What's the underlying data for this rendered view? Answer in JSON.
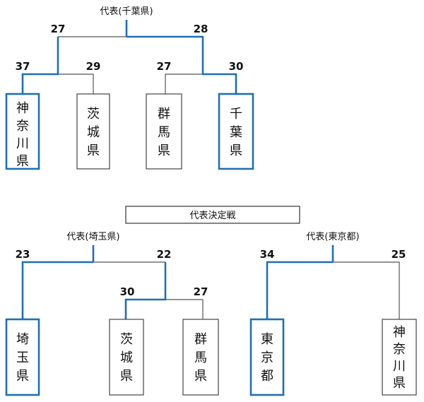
{
  "top_bracket": {
    "winner_label": "代表(千葉県)",
    "semi_left_score": "27",
    "semi_right_score": "28",
    "teams": [
      {
        "name_chars": [
          "神",
          "奈",
          "川",
          "県"
        ],
        "score": "37",
        "winner": true
      },
      {
        "name_chars": [
          "茨",
          "城",
          "県"
        ],
        "score": "29",
        "winner": false
      },
      {
        "name_chars": [
          "群",
          "馬",
          "県"
        ],
        "score": "27",
        "winner": false
      },
      {
        "name_chars": [
          "千",
          "葉",
          "県"
        ],
        "score": "30",
        "winner": true
      }
    ]
  },
  "final_title": "代表決定戦",
  "bottom_left_bracket": {
    "winner_label": "代表(埼玉県)",
    "left_score": "23",
    "right_score": "22",
    "teams": [
      {
        "name_chars": [
          "埼",
          "玉",
          "県"
        ],
        "winner": true
      },
      {
        "name_chars": [
          "茨",
          "城",
          "県"
        ],
        "score": "30",
        "winner": true
      },
      {
        "name_chars": [
          "群",
          "馬",
          "県"
        ],
        "score": "27",
        "winner": false
      }
    ]
  },
  "bottom_right_bracket": {
    "winner_label": "代表(東京都)",
    "left_score": "34",
    "right_score": "25",
    "teams": [
      {
        "name_chars": [
          "東",
          "京",
          "都"
        ],
        "winner": true
      },
      {
        "name_chars": [
          "神",
          "奈",
          "川",
          "県"
        ],
        "winner": false
      }
    ]
  },
  "colors": {
    "winner_line": "#1f6fb5",
    "loser_line": "#555555"
  }
}
